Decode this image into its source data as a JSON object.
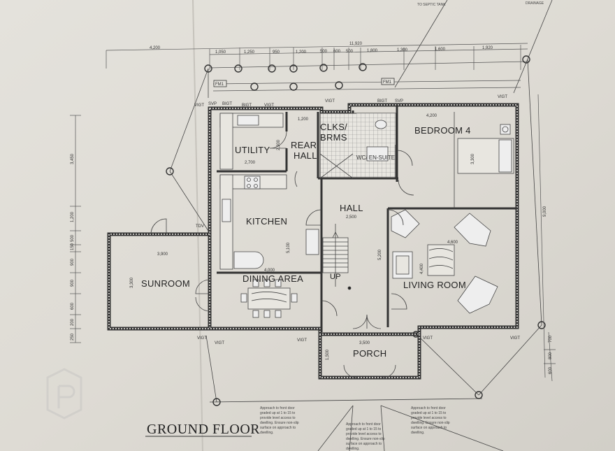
{
  "plan": {
    "title": "GROUND FLOOR",
    "rooms": {
      "utility": "UTILITY",
      "rear_hall": [
        "REAR",
        "HALL"
      ],
      "clks_brms": [
        "CLKS/",
        "BRMS"
      ],
      "wc_ensuite": "WC/ EN-SUITE",
      "bedroom4": "BEDROOM 4",
      "kitchen": "KITCHEN",
      "hall": "HALL",
      "sunroom": "SUNROOM",
      "dining": "DINING AREA",
      "living": "LIVING ROOM",
      "porch": "PORCH",
      "up": "UP"
    },
    "dims_top": [
      "4,200",
      "11,920",
      "1,050",
      "1,250",
      "950",
      "1,200",
      "500",
      "600",
      "500",
      "1,800",
      "1,300",
      "1,600",
      "1,920"
    ],
    "dims_inner": {
      "bedroom_w": "4,200",
      "bedroom_d": "3,300",
      "utility_w": "2,700",
      "utility_d": "2,300",
      "hall_w": "2,500",
      "hall_d": "5,200",
      "kitchen_d": "5,100",
      "dining_w": "4,000",
      "sunroom_w": "3,900",
      "sunroom_d": "3,300",
      "living_w": "4,600",
      "living_d": "4,400",
      "porch_w": "3,500",
      "porch_d": "1,500",
      "rear_hall_w": "1,200"
    },
    "dims_left": [
      "3,450",
      "1,200",
      "500",
      "150",
      "900",
      "900",
      "600",
      "200",
      "250"
    ],
    "dims_right": [
      "9,000",
      "800",
      "600",
      "700"
    ],
    "labels": {
      "vigt": "VIGT",
      "svp": "SVP",
      "fm1": "FM1",
      "tdv": "TDV",
      "bigt": "BIGT",
      "top_note_1": "TO SEPTIC TANK",
      "top_note_2": "DRAINAGE"
    },
    "notes": [
      [
        "Approach to front door",
        "graded up at 1 to 15 to",
        "provide level access to",
        "dwelling. Ensure non-slip",
        "surface on approach to",
        "dwelling."
      ],
      [
        "Approach to front door",
        "graded up at 1 to 15 to",
        "provide level access to",
        "dwelling. Ensure non-slip",
        "surface on approach to",
        "dwelling."
      ],
      [
        "Approach to front door",
        "graded up at 1 to 15 to",
        "provide level access to",
        "dwelling. Ensure non-slip",
        "surface on approach to",
        "dwelling."
      ]
    ]
  }
}
